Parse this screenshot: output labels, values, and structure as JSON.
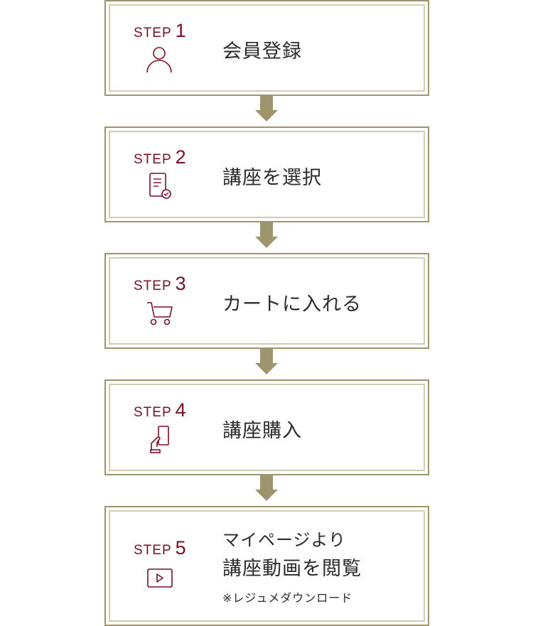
{
  "steps": [
    {
      "label": "STEP",
      "number": "1",
      "title": "会員登録",
      "icon": "user-icon"
    },
    {
      "label": "STEP",
      "number": "2",
      "title": "講座を選択",
      "icon": "document-check-icon"
    },
    {
      "label": "STEP",
      "number": "3",
      "title": "カートに入れる",
      "icon": "cart-icon"
    },
    {
      "label": "STEP",
      "number": "4",
      "title": "講座購入",
      "icon": "card-payment-icon"
    },
    {
      "label": "STEP",
      "number": "5",
      "title_line1": "マイページより",
      "title_line2": "講座動画を閲覧",
      "note": "※レジュメダウンロード",
      "icon": "video-play-icon"
    }
  ],
  "colors": {
    "accent": "#7a0f24",
    "border": "#9e946e",
    "inner_border": "#d2ccb6",
    "arrow": "#9e946e"
  }
}
